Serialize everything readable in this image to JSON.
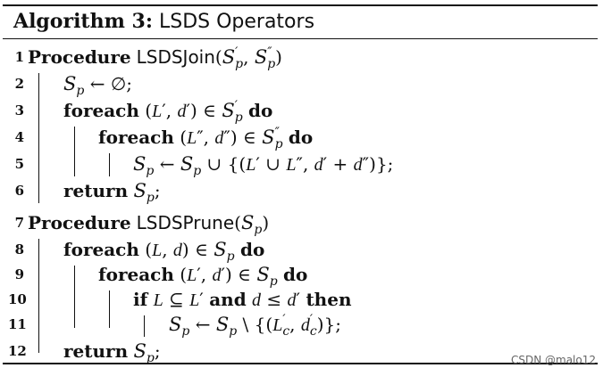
{
  "algorithm": {
    "label": "Algorithm 3:",
    "name": "LSDS Operators"
  },
  "lines": [
    {
      "no": "1",
      "tokens": [
        {
          "kw": "Procedure"
        },
        {
          "fn": "LSDSJoin"
        },
        {
          "t": "("
        },
        {
          "cal": "S"
        },
        {
          "sup": "′",
          "sub": "p"
        },
        {
          "t": ", "
        },
        {
          "cal": "S"
        },
        {
          "sup": "″",
          "sub": "p"
        },
        {
          "t": ")"
        }
      ]
    },
    {
      "no": "2",
      "tokens": [
        {
          "cal": "S"
        },
        {
          "sub": "p"
        },
        {
          "t": " ← ∅;"
        }
      ]
    },
    {
      "no": "3",
      "tokens": [
        {
          "kw": "foreach"
        },
        {
          "t": " ("
        },
        {
          "mi": "L"
        },
        {
          "t": "′, "
        },
        {
          "mi": "d"
        },
        {
          "t": "′) ∈ "
        },
        {
          "cal": "S"
        },
        {
          "sup": "′",
          "sub": "p"
        },
        {
          "t": " "
        },
        {
          "kw": "do"
        }
      ]
    },
    {
      "no": "4",
      "tokens": [
        {
          "kw": "foreach"
        },
        {
          "t": " ("
        },
        {
          "mi": "L"
        },
        {
          "t": "″, "
        },
        {
          "mi": "d"
        },
        {
          "t": "″) ∈ "
        },
        {
          "cal": "S"
        },
        {
          "sup": "″",
          "sub": "p"
        },
        {
          "t": " "
        },
        {
          "kw": "do"
        }
      ]
    },
    {
      "no": "5",
      "tokens": [
        {
          "cal": "S"
        },
        {
          "sub": "p"
        },
        {
          "t": " ← "
        },
        {
          "cal": "S"
        },
        {
          "sub": "p"
        },
        {
          "t": " ∪ {("
        },
        {
          "mi": "L"
        },
        {
          "t": "′ ∪ "
        },
        {
          "mi": "L"
        },
        {
          "t": "″, "
        },
        {
          "mi": "d"
        },
        {
          "t": "′ + "
        },
        {
          "mi": "d"
        },
        {
          "t": "″)};"
        }
      ]
    },
    {
      "no": "6",
      "tokens": [
        {
          "kw": "return"
        },
        {
          "t": " "
        },
        {
          "cal": "S"
        },
        {
          "sub": "p"
        },
        {
          "t": ";"
        }
      ]
    },
    {
      "no": "7",
      "tokens": [
        {
          "kw": "Procedure"
        },
        {
          "fn": "LSDSPrune"
        },
        {
          "t": "("
        },
        {
          "cal": "S"
        },
        {
          "sub": "p"
        },
        {
          "t": ")"
        }
      ]
    },
    {
      "no": "8",
      "tokens": [
        {
          "kw": "foreach"
        },
        {
          "t": " ("
        },
        {
          "mi": "L"
        },
        {
          "t": ", "
        },
        {
          "mi": "d"
        },
        {
          "t": ") ∈ "
        },
        {
          "cal": "S"
        },
        {
          "sub": "p"
        },
        {
          "t": " "
        },
        {
          "kw": "do"
        }
      ]
    },
    {
      "no": "9",
      "tokens": [
        {
          "kw": "foreach"
        },
        {
          "t": " ("
        },
        {
          "mi": "L"
        },
        {
          "t": "′, "
        },
        {
          "mi": "d"
        },
        {
          "t": "′) ∈ "
        },
        {
          "cal": "S"
        },
        {
          "sub": "p"
        },
        {
          "t": " "
        },
        {
          "kw": "do"
        }
      ]
    },
    {
      "no": "10",
      "tokens": [
        {
          "kw": "if"
        },
        {
          "t": " "
        },
        {
          "mi": "L"
        },
        {
          "t": " ⊆ "
        },
        {
          "mi": "L"
        },
        {
          "t": "′ "
        },
        {
          "kw": "and"
        },
        {
          "t": " "
        },
        {
          "mi": "d"
        },
        {
          "t": " ≤ "
        },
        {
          "mi": "d"
        },
        {
          "t": "′ "
        },
        {
          "kw": "then"
        }
      ]
    },
    {
      "no": "11",
      "tokens": [
        {
          "cal": "S"
        },
        {
          "sub": "p"
        },
        {
          "t": " ← "
        },
        {
          "cal": "S"
        },
        {
          "sub": "p"
        },
        {
          "t": " \\ {("
        },
        {
          "mi": "L"
        },
        {
          "sup": "′",
          "sub": "c"
        },
        {
          "t": ", "
        },
        {
          "mi": "d"
        },
        {
          "sup": "′",
          "sub": "c"
        },
        {
          "t": ")};"
        }
      ]
    },
    {
      "no": "12",
      "tokens": [
        {
          "kw": "return"
        },
        {
          "t": " "
        },
        {
          "cal": "S"
        },
        {
          "sub": "p"
        },
        {
          "t": ";"
        }
      ]
    }
  ],
  "watermark": "CSDN @malo12"
}
